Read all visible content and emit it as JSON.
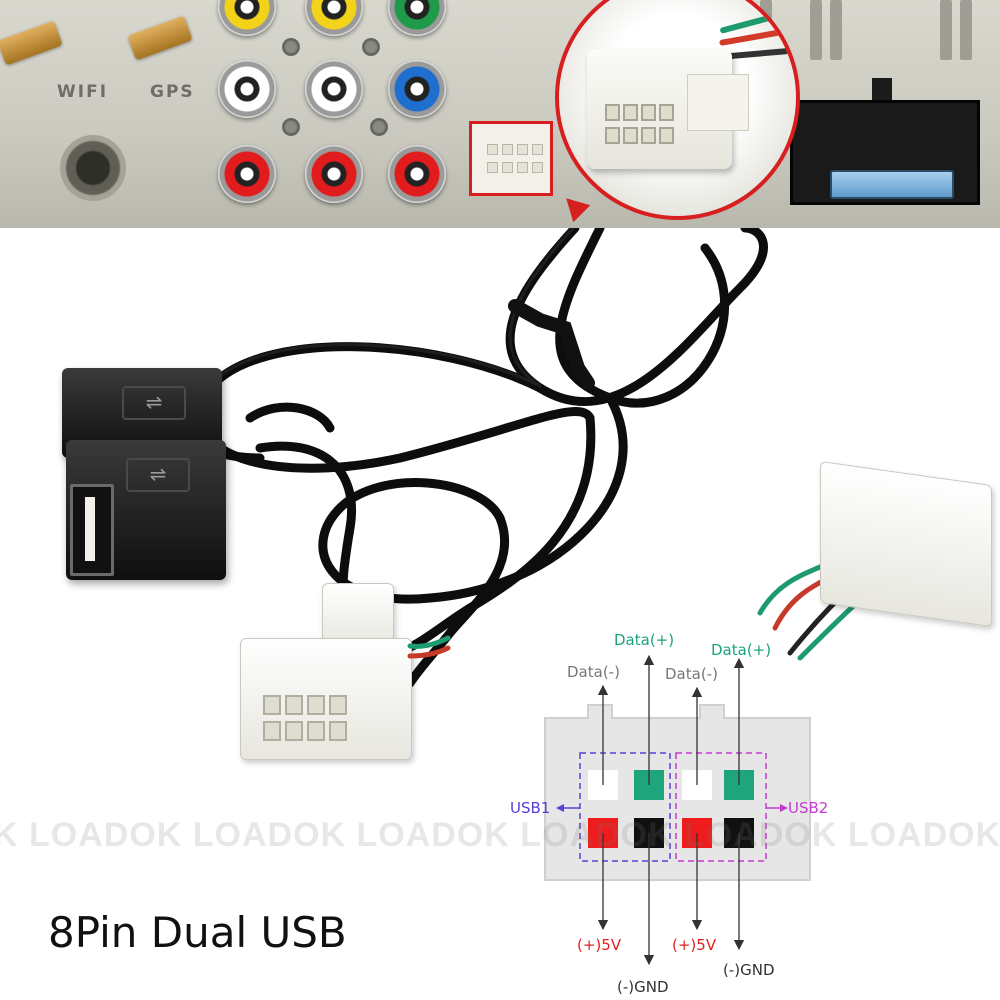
{
  "panel": {
    "wifi_label": "WIFI",
    "gps_label": "GPS",
    "rca_colors": [
      "#f3d21a",
      "#f3d21a",
      "#1f9a4a",
      "#ffffff",
      "#ffffff",
      "#1f6fd0",
      "#e21c1c",
      "#e21c1c",
      "#e21c1c"
    ],
    "highlight_color": "#d81f1f"
  },
  "watermark": "DOK LOADOK LOADOK LOADOK LOADOK LOADOK LOADOK LOADOK LOADOK",
  "caption": "8Pin Dual USB",
  "pinout": {
    "data_minus": "Data(-)",
    "data_plus": "Data(+)",
    "usb1": "USB1",
    "usb2": "USB2",
    "vcc": "(+)5V",
    "gnd": "(-)GND",
    "colors": {
      "data_minus_label": "#777777",
      "data_plus_label": "#1aa37f",
      "usb_label": "#5b3fd6",
      "usb2_label": "#c53ad0",
      "vcc_label": "#e0201f",
      "gnd_label": "#333333",
      "pin_white": "#ffffff",
      "pin_green": "#1ea57c",
      "pin_red": "#ee1c1c",
      "pin_black": "#111111",
      "connector_body": "#e6e6e6"
    }
  },
  "icons": [
    "usb-icon",
    "connector-icon"
  ]
}
